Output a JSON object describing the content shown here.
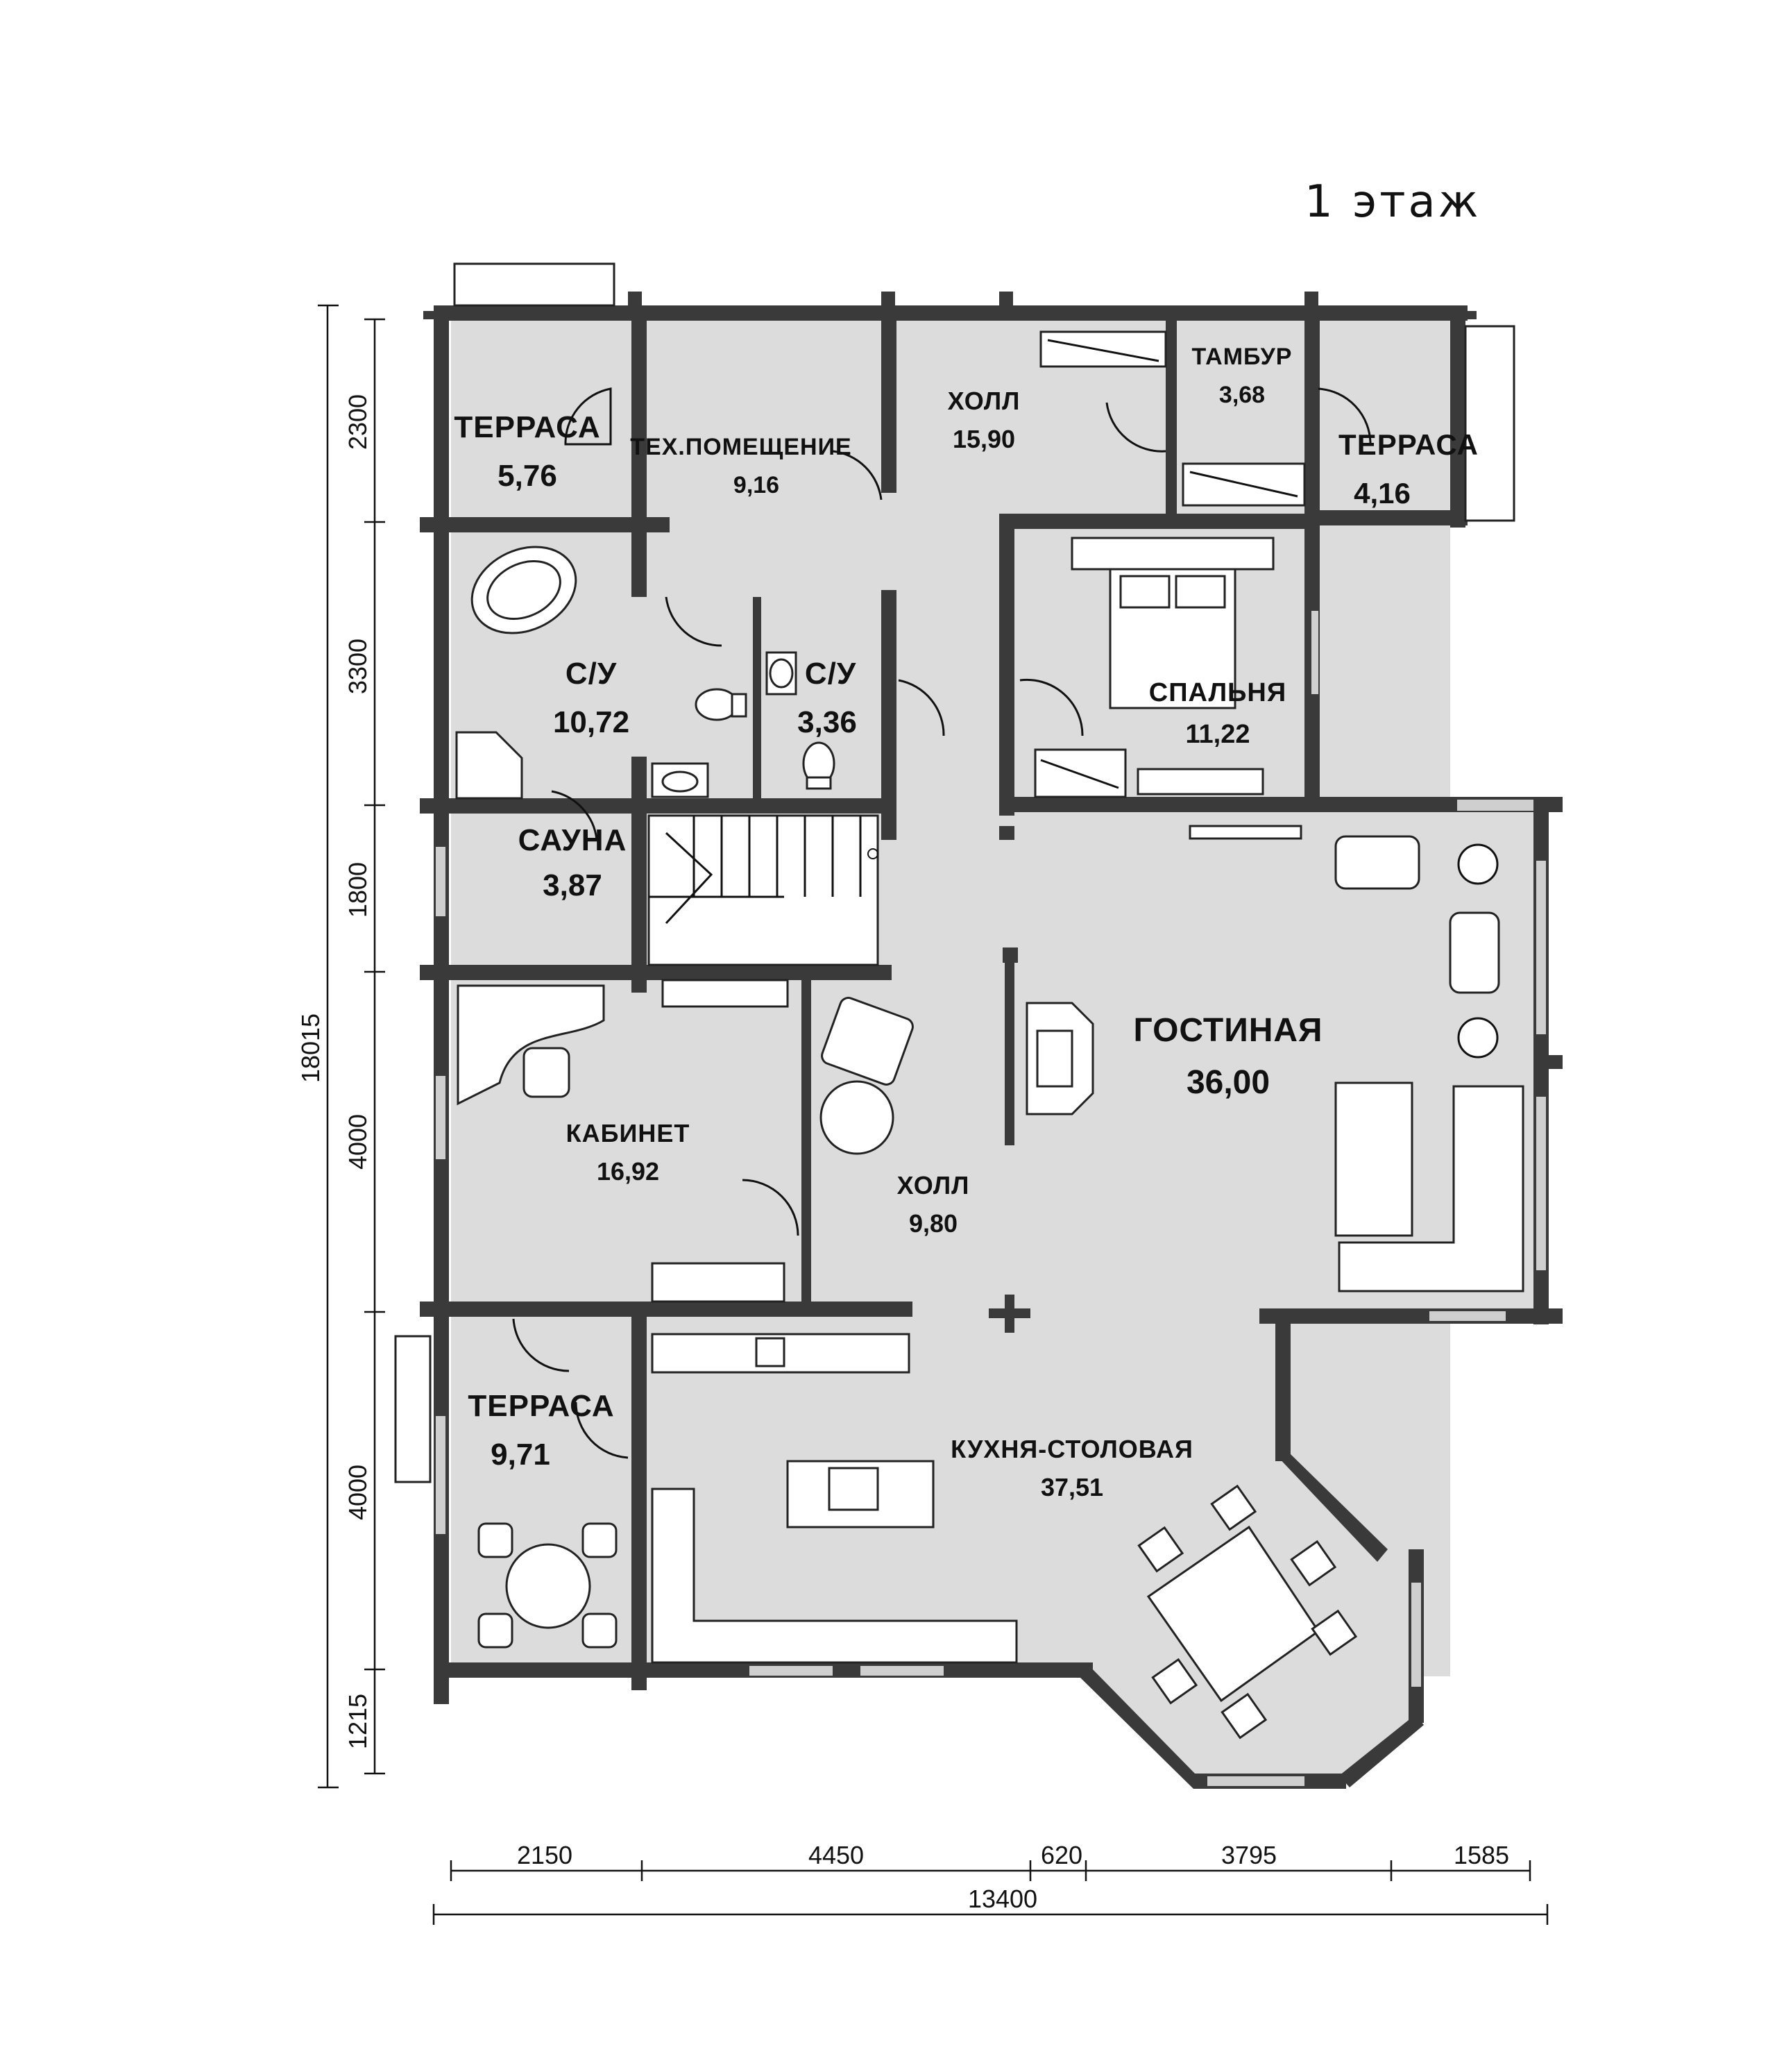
{
  "title": "1 этаж",
  "rooms": [
    {
      "id": "terrace-nw",
      "name": "ТЕРРАСА",
      "area": "5,76"
    },
    {
      "id": "tech-room",
      "name": "ТЕХ.ПОМЕЩЕНИЕ",
      "area": "9,16"
    },
    {
      "id": "hall-north",
      "name": "ХОЛЛ",
      "area": "15,90"
    },
    {
      "id": "vestibule",
      "name": "ТАМБУР",
      "area": "3,68"
    },
    {
      "id": "terrace-ne",
      "name": "ТЕРРАСА",
      "area": "4,16"
    },
    {
      "id": "bathroom-large",
      "name": "С/У",
      "area": "10,72"
    },
    {
      "id": "bathroom-small",
      "name": "С/У",
      "area": "3,36"
    },
    {
      "id": "bedroom",
      "name": "СПАЛЬНЯ",
      "area": "11,22"
    },
    {
      "id": "sauna",
      "name": "САУНА",
      "area": "3,87"
    },
    {
      "id": "living-room",
      "name": "ГОСТИНАЯ",
      "area": "36,00"
    },
    {
      "id": "study",
      "name": "КАБИНЕТ",
      "area": "16,92"
    },
    {
      "id": "hall-south",
      "name": "ХОЛЛ",
      "area": "9,80"
    },
    {
      "id": "terrace-sw",
      "name": "ТЕРРАСА",
      "area": "9,71"
    },
    {
      "id": "kitchen-dining",
      "name": "КУХНЯ-СТОЛОВАЯ",
      "area": "37,51"
    }
  ],
  "dimensions": {
    "vertical": [
      "2300",
      "3300",
      "1800",
      "4000",
      "4000",
      "1215"
    ],
    "vertical_total": "18015",
    "horizontal": [
      "2150",
      "4450",
      "620",
      "3795",
      "1585"
    ],
    "horizontal_total": "13400"
  }
}
